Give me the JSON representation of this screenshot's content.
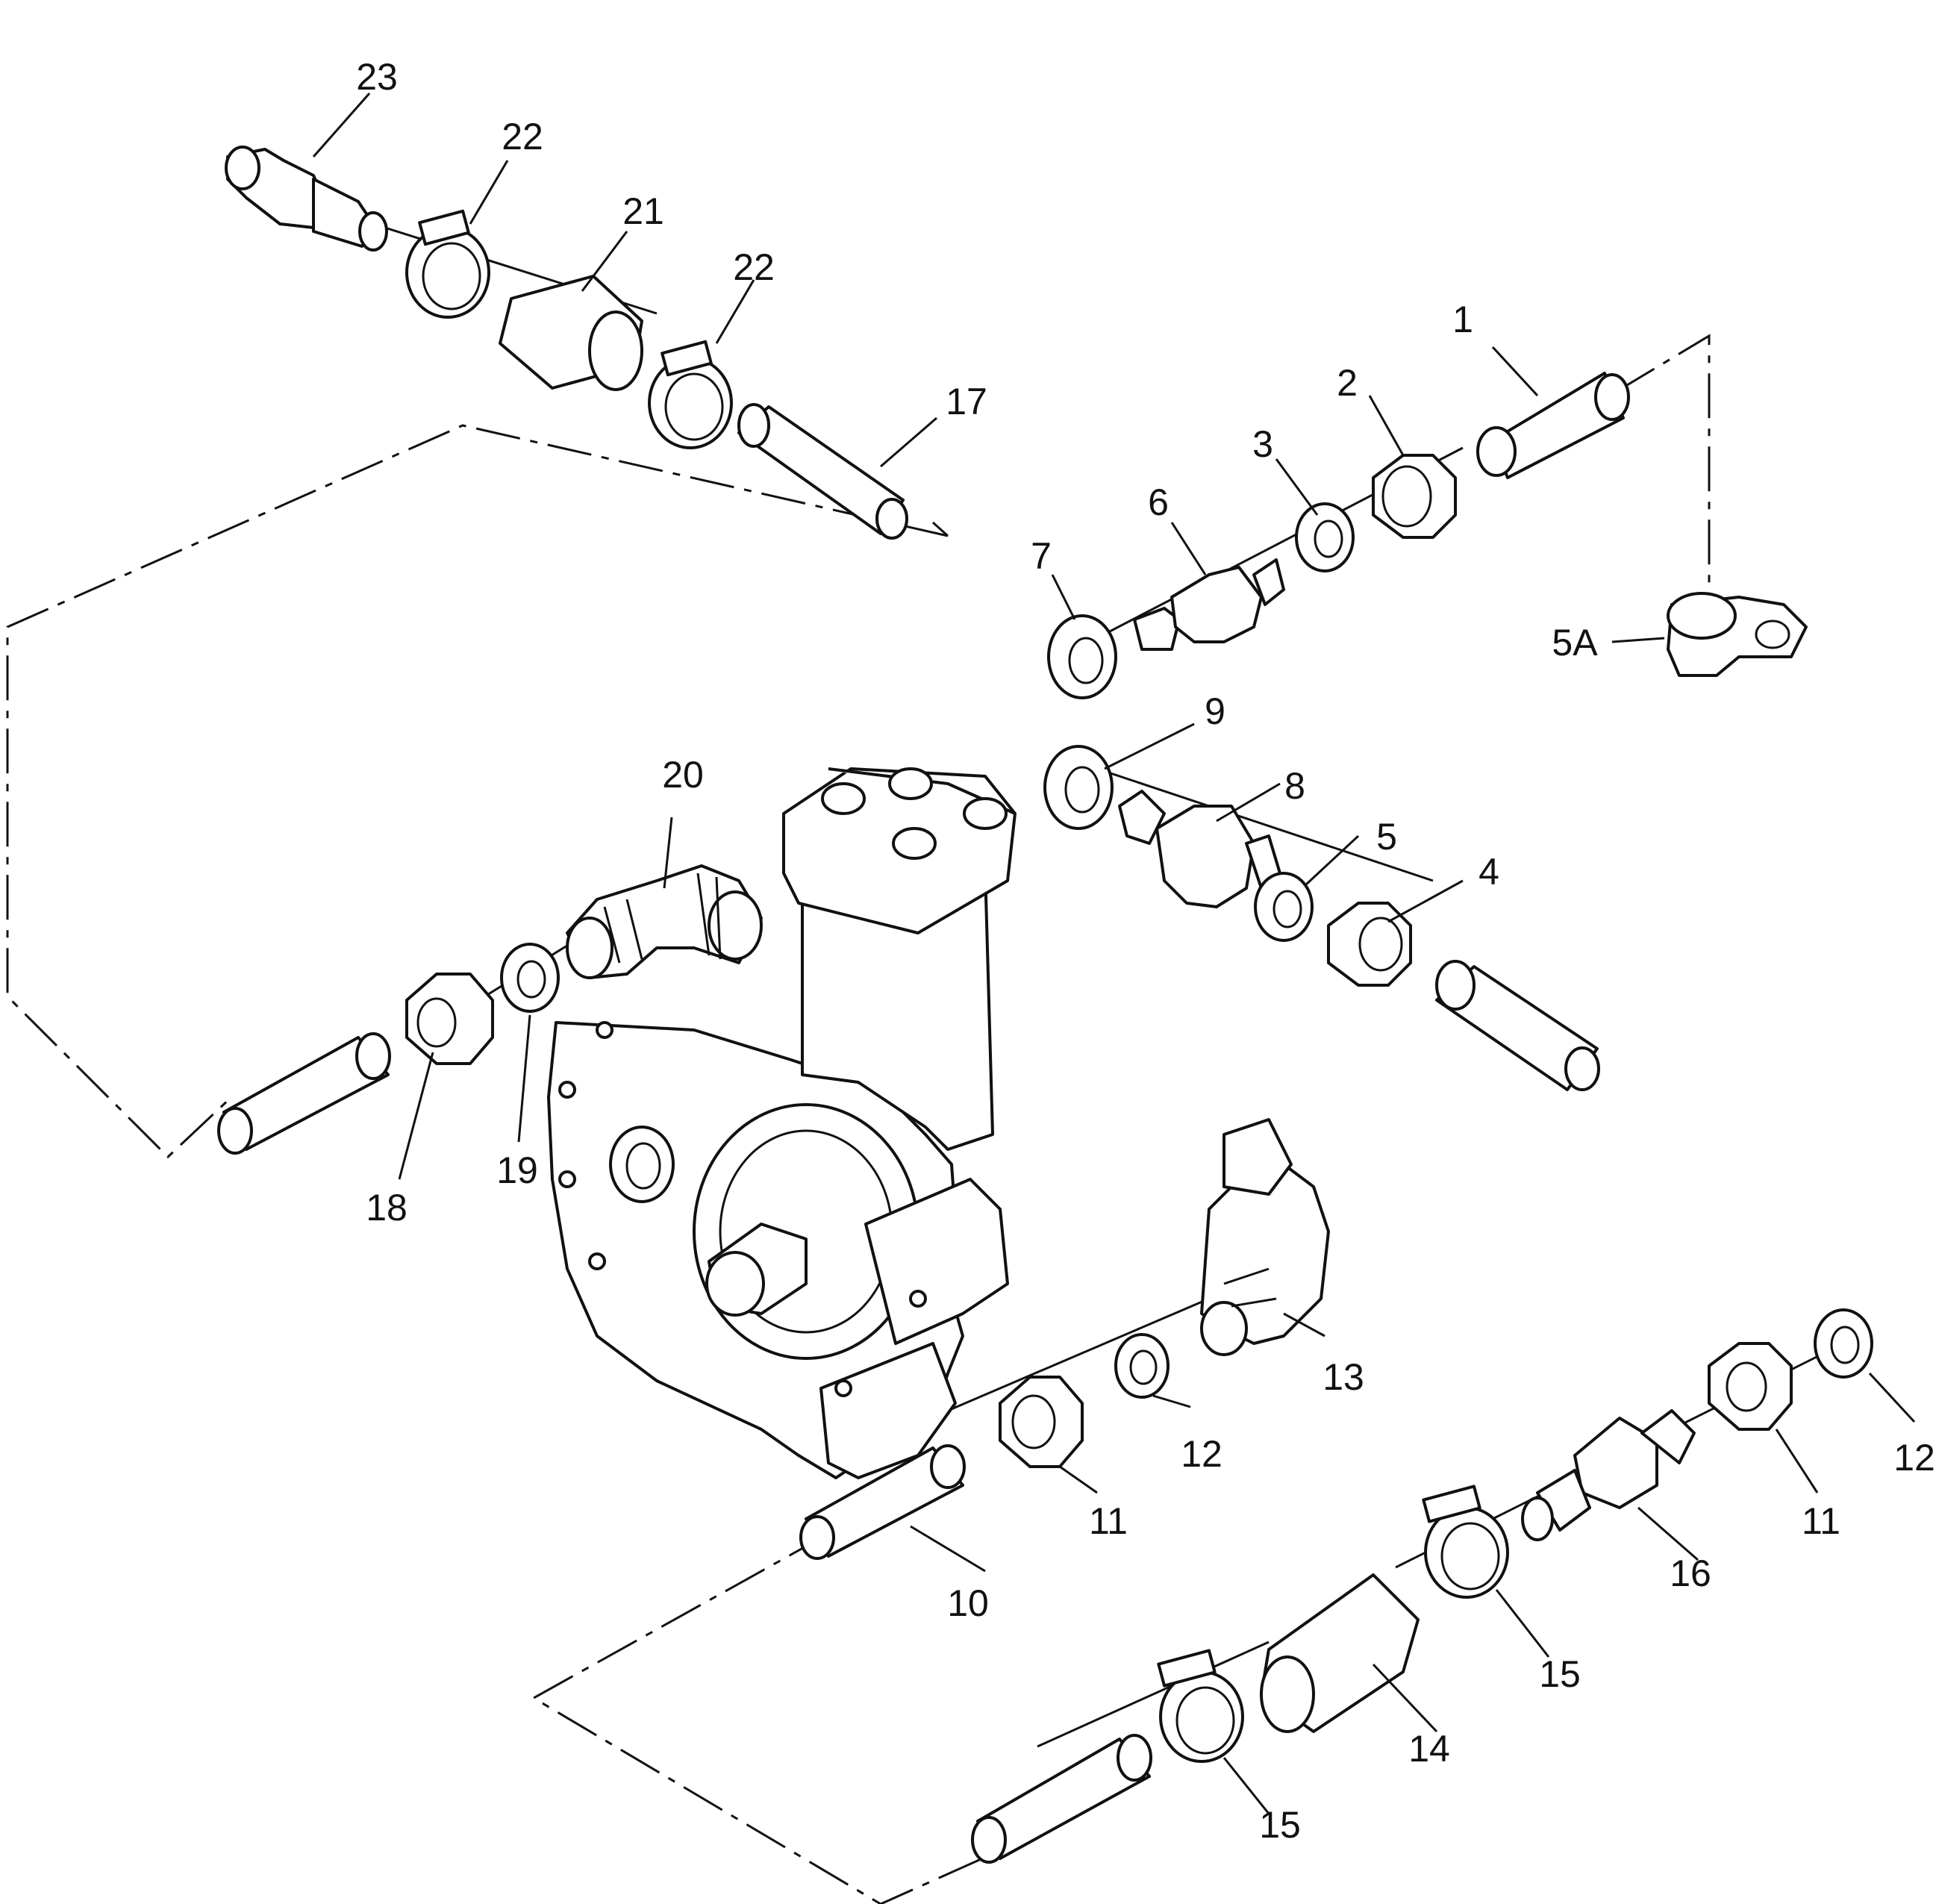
{
  "callouts": [
    {
      "id": "c23",
      "text": "23"
    },
    {
      "id": "c22a",
      "text": "22"
    },
    {
      "id": "c21",
      "text": "21"
    },
    {
      "id": "c22b",
      "text": "22"
    },
    {
      "id": "c17",
      "text": "17"
    },
    {
      "id": "c1",
      "text": "1"
    },
    {
      "id": "c2",
      "text": "2"
    },
    {
      "id": "c3",
      "text": "3"
    },
    {
      "id": "c6",
      "text": "6"
    },
    {
      "id": "c7",
      "text": "7"
    },
    {
      "id": "c5A",
      "text": "5A"
    },
    {
      "id": "c9",
      "text": "9"
    },
    {
      "id": "c8",
      "text": "8"
    },
    {
      "id": "c5",
      "text": "5"
    },
    {
      "id": "c4",
      "text": "4"
    },
    {
      "id": "c20",
      "text": "20"
    },
    {
      "id": "c18",
      "text": "18"
    },
    {
      "id": "c19",
      "text": "19"
    },
    {
      "id": "c13",
      "text": "13"
    },
    {
      "id": "c12a",
      "text": "12"
    },
    {
      "id": "c11a",
      "text": "11"
    },
    {
      "id": "c10",
      "text": "10"
    },
    {
      "id": "c12b",
      "text": "12"
    },
    {
      "id": "c11b",
      "text": "11"
    },
    {
      "id": "c16",
      "text": "16"
    },
    {
      "id": "c15a",
      "text": "15"
    },
    {
      "id": "c14",
      "text": "14"
    },
    {
      "id": "c15b",
      "text": "15"
    }
  ]
}
